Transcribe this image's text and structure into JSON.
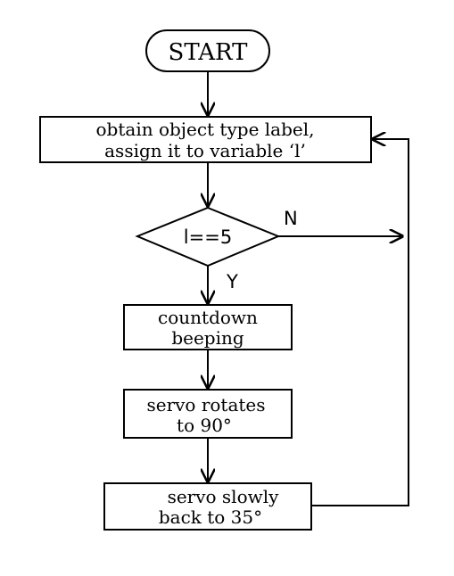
{
  "flowchart": {
    "start": {
      "label": "START"
    },
    "obtain": {
      "line1": "obtain object type label,",
      "line2": "assign it to variable ‘l’"
    },
    "decision": {
      "label": "l==5",
      "yes": "Y",
      "no": "N"
    },
    "countdown": {
      "line1": "countdown",
      "line2": "beeping"
    },
    "rotate": {
      "line1": "servo rotates",
      "line2": "to 90°"
    },
    "back": {
      "line1": "servo slowly",
      "line2": "back to 35°"
    }
  }
}
